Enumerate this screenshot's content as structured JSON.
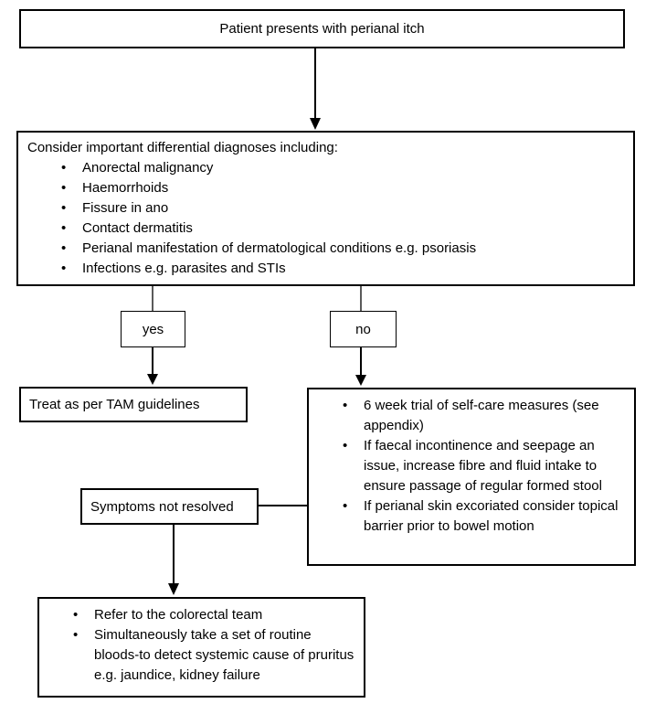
{
  "boxes": {
    "start": {
      "text": "Patient presents with perianal itch"
    },
    "differentials": {
      "intro": "Consider important differential diagnoses including:",
      "bullets": [
        "Anorectal malignancy",
        "Haemorrhoids",
        "Fissure in ano",
        "Contact dermatitis",
        "Perianal manifestation of dermatological conditions e.g. psoriasis",
        "Infections e.g. parasites and STIs"
      ]
    },
    "yes_label": {
      "text": "yes"
    },
    "no_label": {
      "text": "no"
    },
    "treat": {
      "text": "Treat as per TAM guidelines"
    },
    "selfcare": {
      "bullets": [
        "6 week trial of self-care measures (see appendix)",
        "If faecal incontinence and seepage an issue, increase fibre and fluid intake to ensure passage of regular formed stool",
        "If perianal skin excoriated consider topical barrier prior to bowel motion"
      ]
    },
    "symptoms": {
      "text": "Symptoms not resolved"
    },
    "refer": {
      "bullets": [
        "Refer to the colorectal team",
        "Simultaneously take a set of routine bloods-to detect systemic cause of pruritus e.g. jaundice, kidney failure"
      ]
    }
  },
  "colors": {
    "border": "#000000",
    "text": "#000000",
    "background": "#ffffff"
  }
}
